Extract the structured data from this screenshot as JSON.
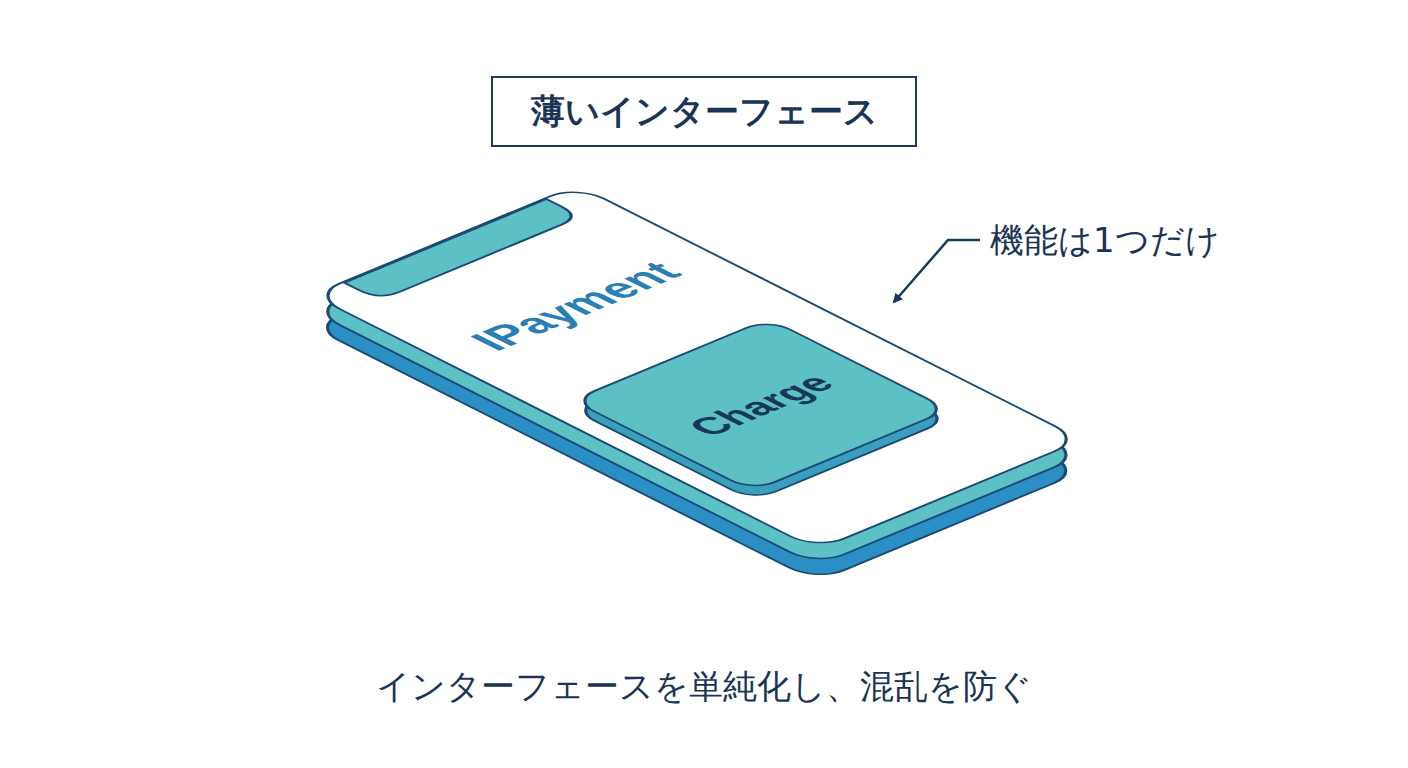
{
  "diagram": {
    "title": "薄いインターフェース",
    "caption": "インターフェースを単純化し、混乱を防ぐ",
    "nodes": [
      {
        "text": [
          "IPayment"
        ]
      },
      {
        "text": [
          "Charge"
        ],
        "in": 0
      }
    ],
    "labels": [
      "機能は1つだけ"
    ]
  }
}
